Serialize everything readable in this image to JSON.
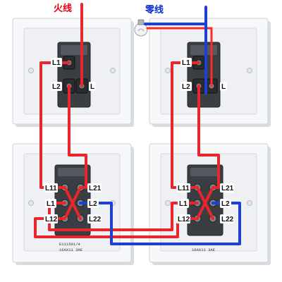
{
  "titles": {
    "live_wire": "火线",
    "neutral_wire": "零线"
  },
  "single_switch_labels": {
    "l1": "L1",
    "l2": "L2",
    "l": "L"
  },
  "double_switch_labels": {
    "l11": "L11",
    "l21": "L21",
    "l1": "L1",
    "l2": "L2",
    "l12": "L12",
    "l22": "L22"
  },
  "model_text": {
    "line1": "E111501/4",
    "line2": "16AX11 3AE"
  },
  "colors": {
    "live_wire": "#e8262b",
    "neutral_wire": "#1e3fd2",
    "plate": "#f7f8fa",
    "switch_module": "#3a3d42"
  },
  "icons": {
    "bulb": "light-bulb-icon"
  }
}
